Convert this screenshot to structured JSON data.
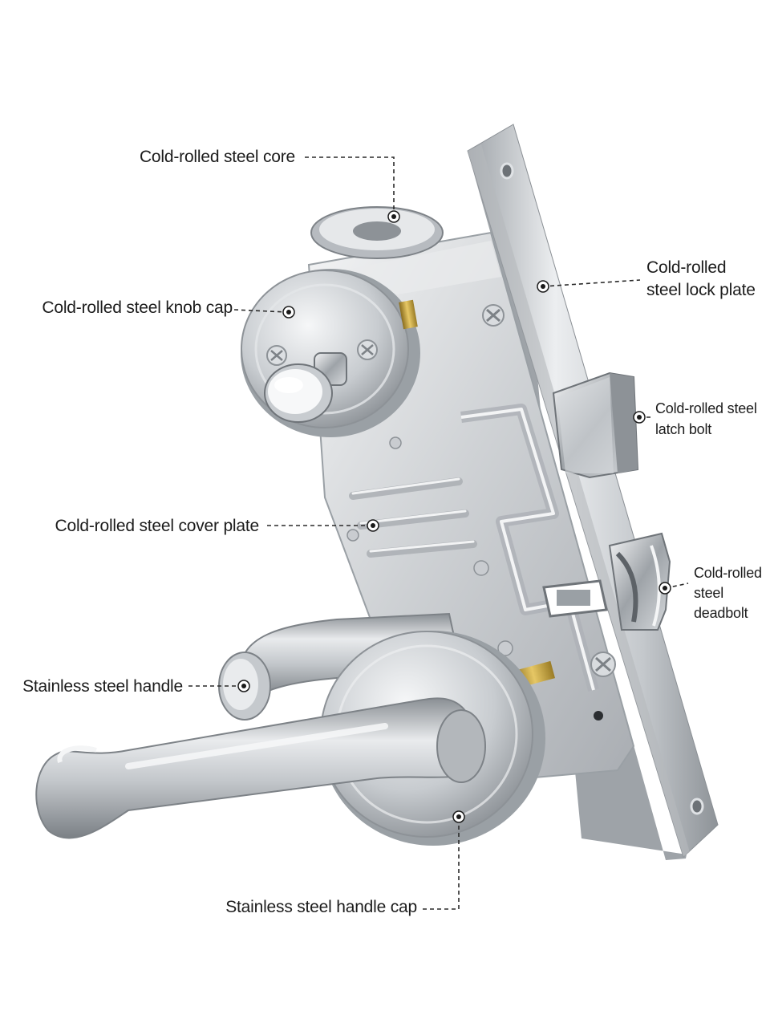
{
  "colors": {
    "steel_light": "#eef0f2",
    "steel_mid": "#c3c7cb",
    "steel_dark": "#80858a",
    "brass": "#c9a640",
    "leader": "#2a2a2a",
    "text": "#1c1c1c"
  },
  "callouts": {
    "core": "Cold-rolled steel core",
    "knob_cap": "Cold-rolled steel knob cap",
    "cover_plate": "Cold-rolled steel cover plate",
    "handle": "Stainless steel handle",
    "handle_cap": "Stainless steel handle cap",
    "lock_plate": [
      "Cold-rolled",
      "steel lock plate"
    ],
    "latch_bolt": [
      "Cold-rolled steel",
      "latch bolt"
    ],
    "deadbolt": [
      "Cold-rolled",
      "steel",
      "deadbolt"
    ]
  }
}
